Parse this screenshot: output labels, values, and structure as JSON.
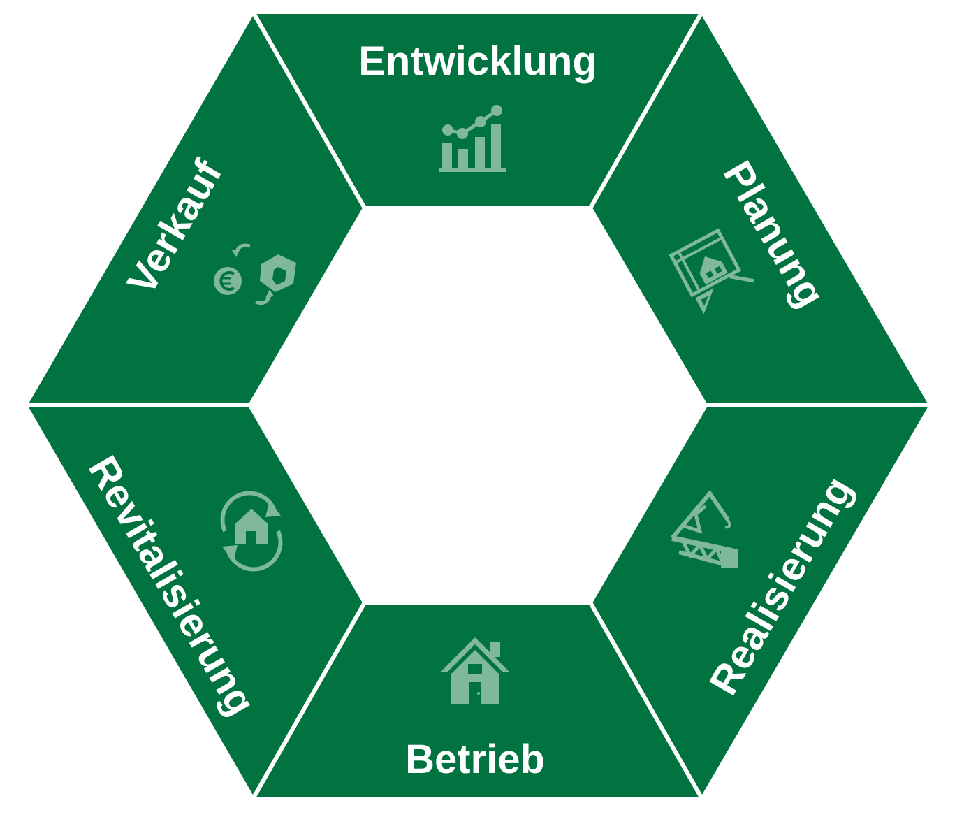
{
  "colors": {
    "segment": "#007340",
    "icon": "#7fb89b",
    "text": "#ffffff",
    "background": "#ffffff"
  },
  "segments": [
    {
      "id": "entwicklung",
      "label": "Entwicklung",
      "icon": "growth-chart-icon"
    },
    {
      "id": "planung",
      "label": "Planung",
      "icon": "blueprint-icon"
    },
    {
      "id": "realisierung",
      "label": "Realisierung",
      "icon": "crane-icon"
    },
    {
      "id": "betrieb",
      "label": "Betrieb",
      "icon": "house-icon"
    },
    {
      "id": "revitalisierung",
      "label": "Revitalisierung",
      "icon": "house-refresh-icon"
    },
    {
      "id": "verkauf",
      "label": "Verkauf",
      "icon": "euro-house-exchange-icon"
    }
  ]
}
